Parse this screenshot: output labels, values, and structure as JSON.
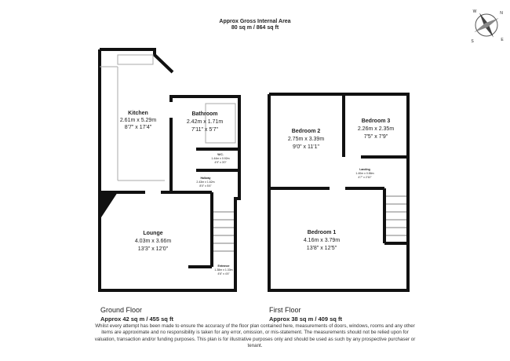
{
  "header": {
    "title": "Approx Gross Internal Area",
    "area": "80 sq m / 864 sq ft"
  },
  "compass": {
    "icon": "compass-rose-icon",
    "letters": [
      "N",
      "E",
      "S",
      "W"
    ]
  },
  "ground_floor": {
    "name": "Ground Floor",
    "area": "Approx 42 sq m / 455 sq ft",
    "rooms": [
      {
        "name": "Kitchen",
        "metric": "2.61m x 5.29m",
        "imperial": "8'7\" x 17'4\""
      },
      {
        "name": "Bathroom",
        "metric": "2.42m x 1.71m",
        "imperial": "7'11\" x 5'7\""
      },
      {
        "name": "W.C.",
        "metric": "1.44m x 0.92m",
        "imperial": "4'9\" x 3'0\""
      },
      {
        "name": "Hallway",
        "metric": "2.43m x 1.62m",
        "imperial": "8'0\" x 5'4\""
      },
      {
        "name": "Lounge",
        "metric": "4.03m x 3.66m",
        "imperial": "13'3\" x 12'0\""
      },
      {
        "name": "Entrance",
        "metric": "1.38m x 1.33m",
        "imperial": "4'6\" x 4'4\""
      }
    ]
  },
  "first_floor": {
    "name": "First Floor",
    "area": "Approx 38 sq m / 409 sq ft",
    "rooms": [
      {
        "name": "Bedroom 2",
        "metric": "2.75m x 3.39m",
        "imperial": "9'0\" x 11'1\""
      },
      {
        "name": "Bedroom 3",
        "metric": "2.26m x 2.35m",
        "imperial": "7'5\" x 7'9\""
      },
      {
        "name": "Landing",
        "metric": "1.40m x 0.86m",
        "imperial": "4'7\" x 2'10\""
      },
      {
        "name": "Bedroom 1",
        "metric": "4.16m x 3.79m",
        "imperial": "13'8\" x 12'5\""
      }
    ]
  },
  "disclaimer": "Whilst every attempt has been made to ensure the accuracy of the floor plan contained here, measurements of doors, windows, rooms and any other items are approximate and no responsibility is taken for any error, omission, or mis-statement. The measurements should not be relied upon for valuation, transaction and/or funding purposes. This plan is for illustrative purposes only and should be used as such by any prospective purchaser or tenant."
}
